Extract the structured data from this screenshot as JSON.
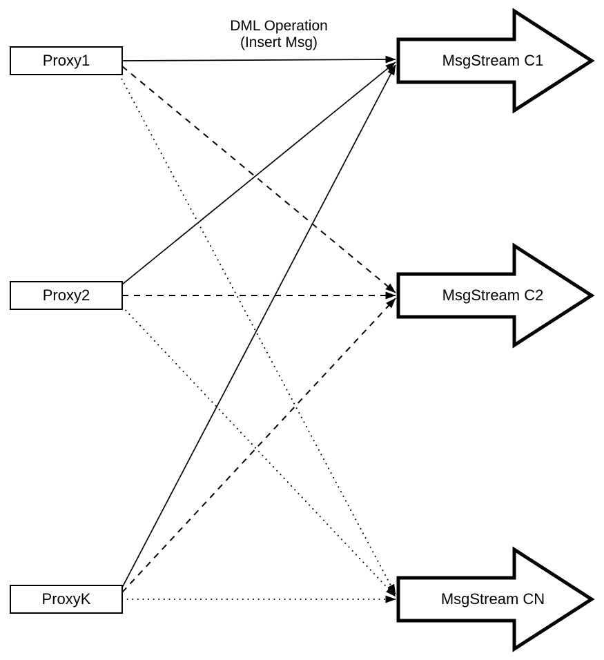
{
  "diagram": {
    "title": {
      "line1": "DML Operation",
      "line2": "(Insert Msg)"
    },
    "proxies": [
      {
        "id": "proxy1",
        "label": "Proxy1"
      },
      {
        "id": "proxy2",
        "label": "Proxy2"
      },
      {
        "id": "proxyk",
        "label": "ProxyK"
      }
    ],
    "streams": [
      {
        "id": "c1",
        "label": "MsgStream C1"
      },
      {
        "id": "c2",
        "label": "MsgStream C2"
      },
      {
        "id": "cn",
        "label": "MsgStream CN"
      }
    ],
    "edges": [
      {
        "from": "Proxy1",
        "to": "MsgStream C1",
        "style": "solid"
      },
      {
        "from": "Proxy1",
        "to": "MsgStream C2",
        "style": "dashed"
      },
      {
        "from": "Proxy1",
        "to": "MsgStream CN",
        "style": "dotted"
      },
      {
        "from": "Proxy2",
        "to": "MsgStream C1",
        "style": "solid"
      },
      {
        "from": "Proxy2",
        "to": "MsgStream C2",
        "style": "dashed"
      },
      {
        "from": "Proxy2",
        "to": "MsgStream CN",
        "style": "dotted"
      },
      {
        "from": "ProxyK",
        "to": "MsgStream C1",
        "style": "solid"
      },
      {
        "from": "ProxyK",
        "to": "MsgStream C2",
        "style": "dashed"
      },
      {
        "from": "ProxyK",
        "to": "MsgStream CN",
        "style": "dotted"
      }
    ],
    "colors": {
      "stroke": "#000000",
      "fill": "#ffffff"
    }
  }
}
